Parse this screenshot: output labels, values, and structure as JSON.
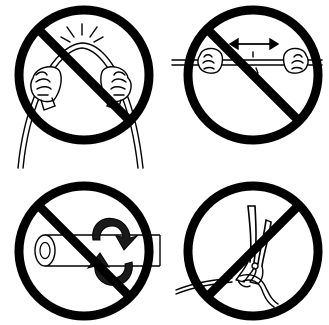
{
  "colors": {
    "ink": "#000000",
    "paper": "#ffffff",
    "arrow_fill": "#1a1a1a"
  },
  "panels": [
    {
      "id": "bend",
      "icon": "cable-bend-by-hand-prohibited-icon"
    },
    {
      "id": "pull",
      "icon": "cable-pull-stretch-prohibited-icon"
    },
    {
      "id": "twist",
      "icon": "cable-twist-prohibited-icon"
    },
    {
      "id": "pinch",
      "icon": "cable-pinch-with-pliers-prohibited-icon"
    }
  ]
}
